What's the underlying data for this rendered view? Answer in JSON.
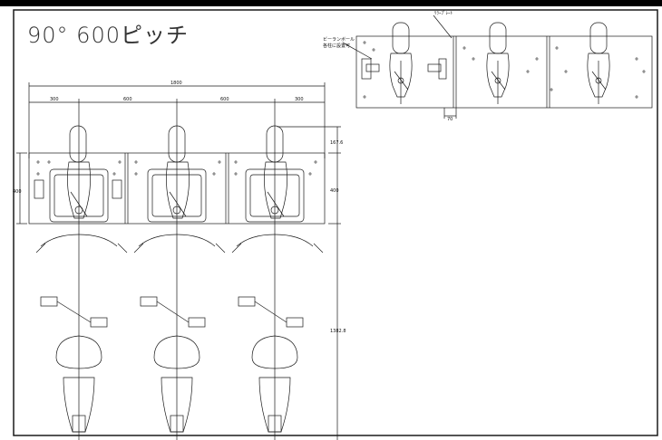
{
  "window": {
    "title_fragment": ""
  },
  "drawing": {
    "title": "90° 600ピッチ",
    "dims": {
      "overall": "1800",
      "seg_a": "300",
      "seg_b": "600",
      "seg_c": "600",
      "seg_d": "300",
      "right_top": "167.6",
      "right_mid": "400",
      "left_mid": "400",
      "right_long": "1382.8",
      "detail_gap": "70"
    },
    "labels": {
      "callout_top": "ﾘﾗｰﾌﾟﾚｰﾄ",
      "callout_left_1": "ビーランボール",
      "callout_left_2": "各柱に設置可"
    }
  },
  "colors": {
    "line": "#1a1a1a",
    "border": "#000000",
    "background": "#ffffff"
  }
}
